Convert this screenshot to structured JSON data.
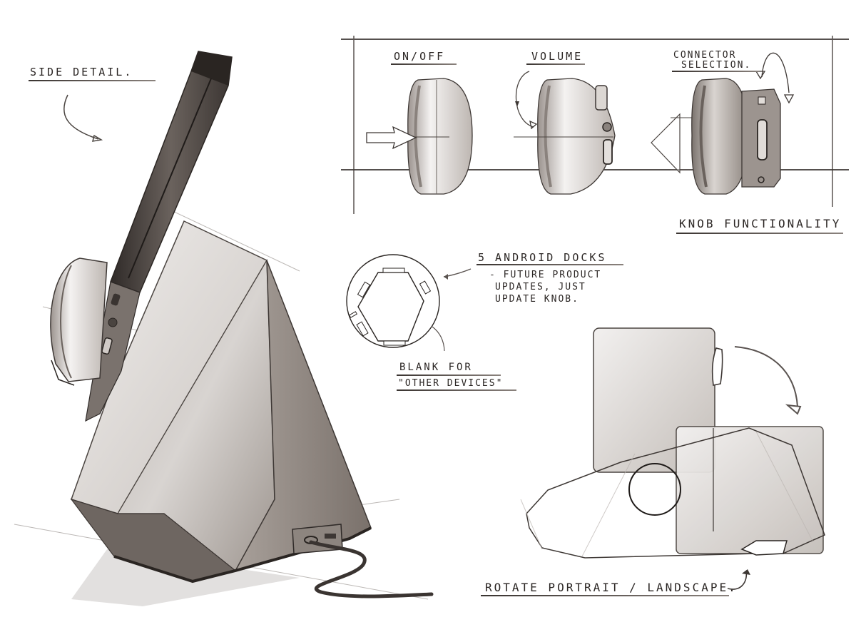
{
  "sheet": {
    "side_detail": {
      "label": "SIDE DETAIL."
    },
    "knob_panel": {
      "title": "KNOB FUNCTIONALITY",
      "items": [
        {
          "label": "ON/OFF"
        },
        {
          "label": "VOLUME"
        },
        {
          "label_line1": "CONNECTOR",
          "label_line2": "SELECTION."
        }
      ]
    },
    "docks_note": {
      "title": "5 ANDROID DOCKS",
      "lines": [
        "- FUTURE PRODUCT",
        "UPDATES, JUST",
        "UPDATE KNOB."
      ]
    },
    "blank_note": {
      "line1": "BLANK FOR",
      "line2": "\"OTHER DEVICES\""
    },
    "rotate_note": {
      "label": "ROTATE PORTRAIT / LANDSCAPE."
    },
    "colors": {
      "ink": "#2b2624",
      "body_light": "#d9d5d2",
      "body_mid": "#a9a29d",
      "body_dark": "#5c5450",
      "phone_dark": "#3d3734"
    }
  }
}
